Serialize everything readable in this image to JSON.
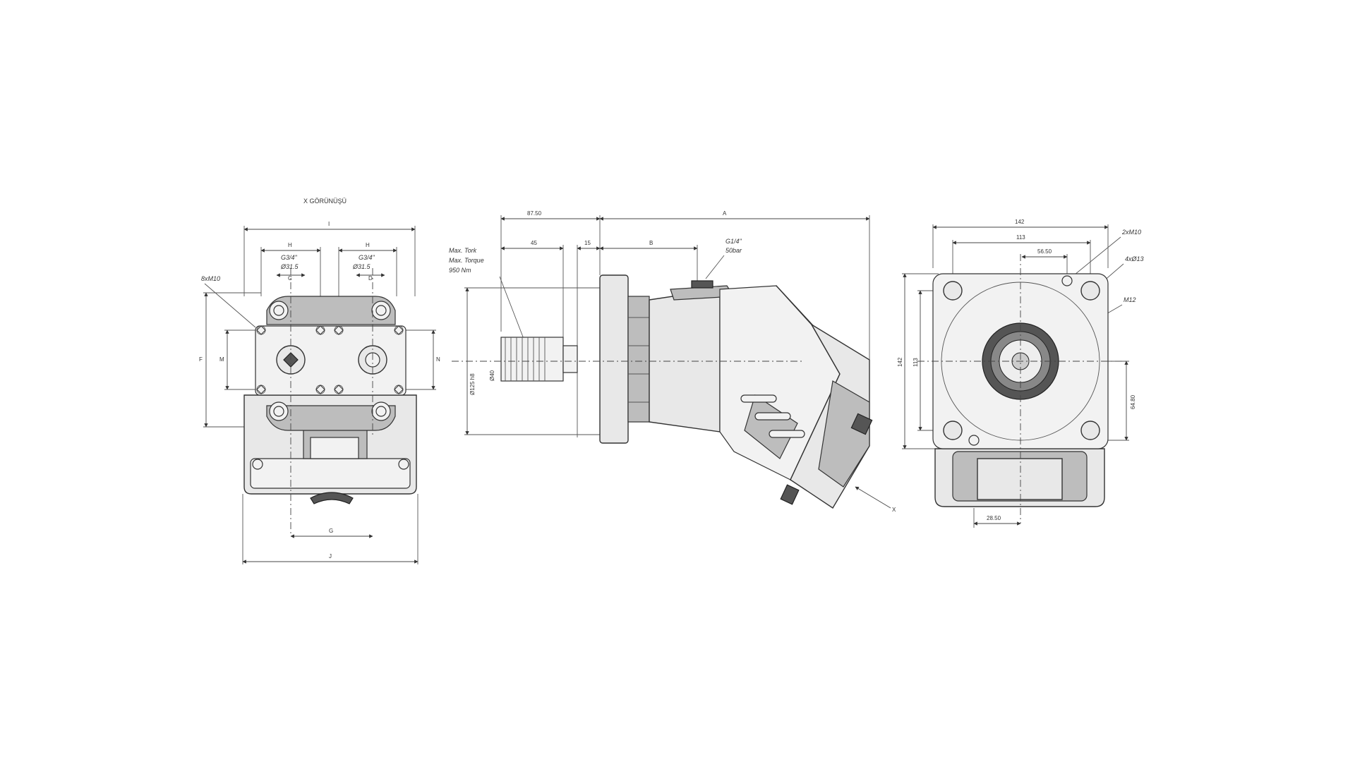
{
  "front_view": {
    "title": "X GÖRÜNÜŞÜ",
    "labels": {
      "bolt_holes": "8xM10",
      "port_a": "G3/4\"",
      "port_a_sub": "Ø31.5",
      "port_b": "G3/4\"",
      "port_b_sub": "Ø31.5",
      "dim_top": "I",
      "dim_h_left": "H",
      "dim_h_right": "H",
      "dim_c": "C",
      "dim_d": "D",
      "dim_f": "F",
      "dim_m": "M",
      "dim_n": "N",
      "dim_g": "G",
      "dim_j": "J"
    }
  },
  "side_view": {
    "labels": {
      "dim_87": "87.50",
      "dim_a": "A",
      "dim_45": "45",
      "dim_15": "15",
      "dim_b": "B",
      "port": "G1/4\"",
      "port_sub": "50bar",
      "torque_1": "Max. Tork",
      "torque_2": "Max. Torque",
      "torque_3": "950 Nm",
      "shaft_1": "Ø40",
      "shaft_2": "Ø125 h8",
      "arrow_x": "X"
    }
  },
  "rear_view": {
    "labels": {
      "dim_142": "142",
      "dim_113": "113",
      "dim_56": "56.50",
      "holes_m10": "2xM10",
      "holes_d13": "4xØ13",
      "m12": "M12",
      "dim_left_outer": "142",
      "dim_left_inner": "113",
      "dim_64": "64.80",
      "dim_28": "28.50"
    }
  }
}
